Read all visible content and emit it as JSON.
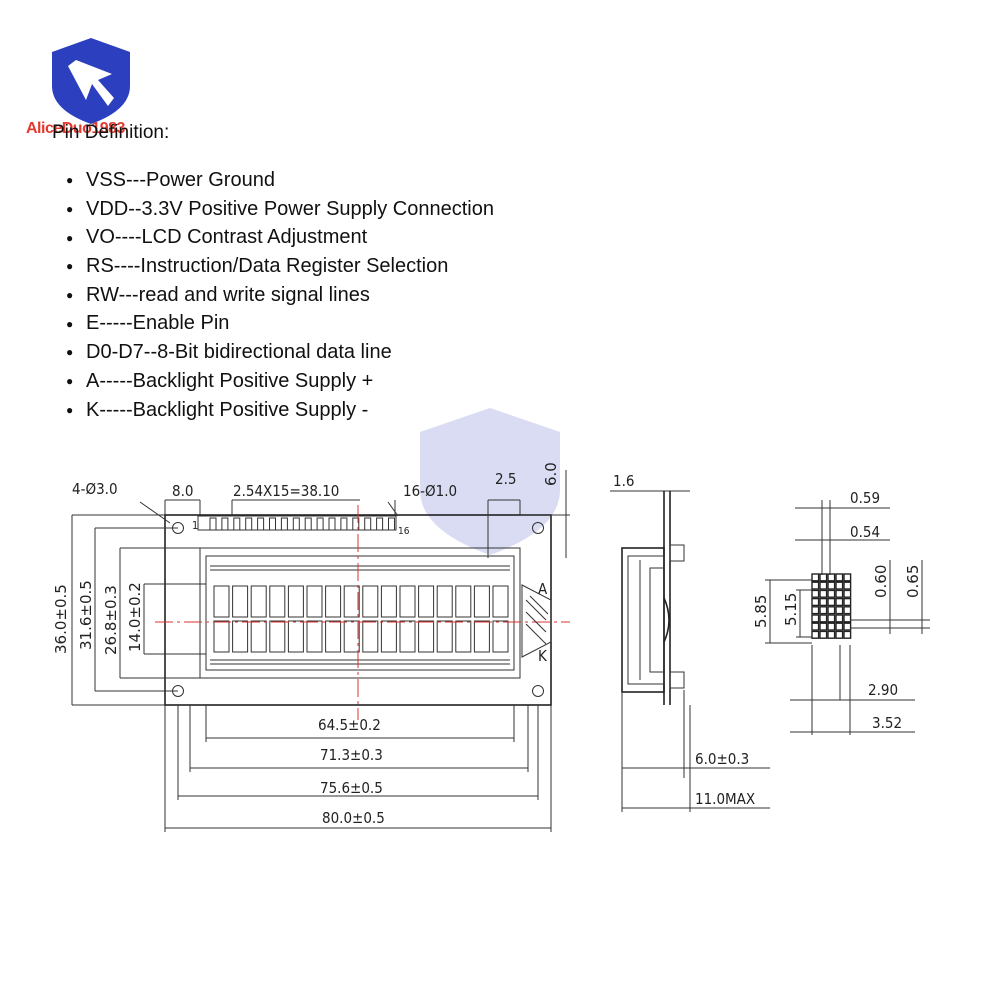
{
  "logo": {
    "text": "AliceDuo1983",
    "icon": "brand-shield-icon",
    "color": "#2b3fbf"
  },
  "pin_section": {
    "title": "Pin Definition:",
    "pins": [
      "VSS---Power Ground",
      "VDD--3.3V Positive Power Supply Connection",
      "VO----LCD Contrast Adjustment",
      "RS----Instruction/Data Register Selection",
      "RW---read and write signal lines",
      "E-----Enable Pin",
      "D0-D7--8-Bit bidirectional data line",
      "A-----Backlight Positive Supply +",
      "K-----Backlight Positive Supply -"
    ]
  },
  "front_view": {
    "hole_label": "4-Ø3.0",
    "pin_offset": "8.0",
    "pin_pitch": "2.54X15=38.10",
    "pin_holes": "16-Ø1.0",
    "top_offset": "2.5",
    "top_height": "6.0",
    "pin1": "1",
    "pin16": "16",
    "height_total": "36.0±0.5",
    "height_holes": "31.6±0.5",
    "height_window": "26.8±0.3",
    "height_char": "14.0±0.2",
    "width_view": "64.5±0.2",
    "width_window": "71.3±0.3",
    "width_holes": "75.6±0.5",
    "width_total": "80.0±0.5",
    "anode": "A",
    "cathode": "K"
  },
  "side_view": {
    "pcb_thickness": "1.6",
    "module_depth": "6.0±0.3",
    "max_depth": "11.0MAX"
  },
  "char_detail": {
    "pitch_x": "0.59",
    "width_x": "0.54",
    "dot_h": "0.60",
    "dot_pitch_h": "0.65",
    "char_pitch_h": "5.85",
    "char_h": "5.15",
    "char_w": "2.90",
    "char_pitch_w": "3.52"
  }
}
